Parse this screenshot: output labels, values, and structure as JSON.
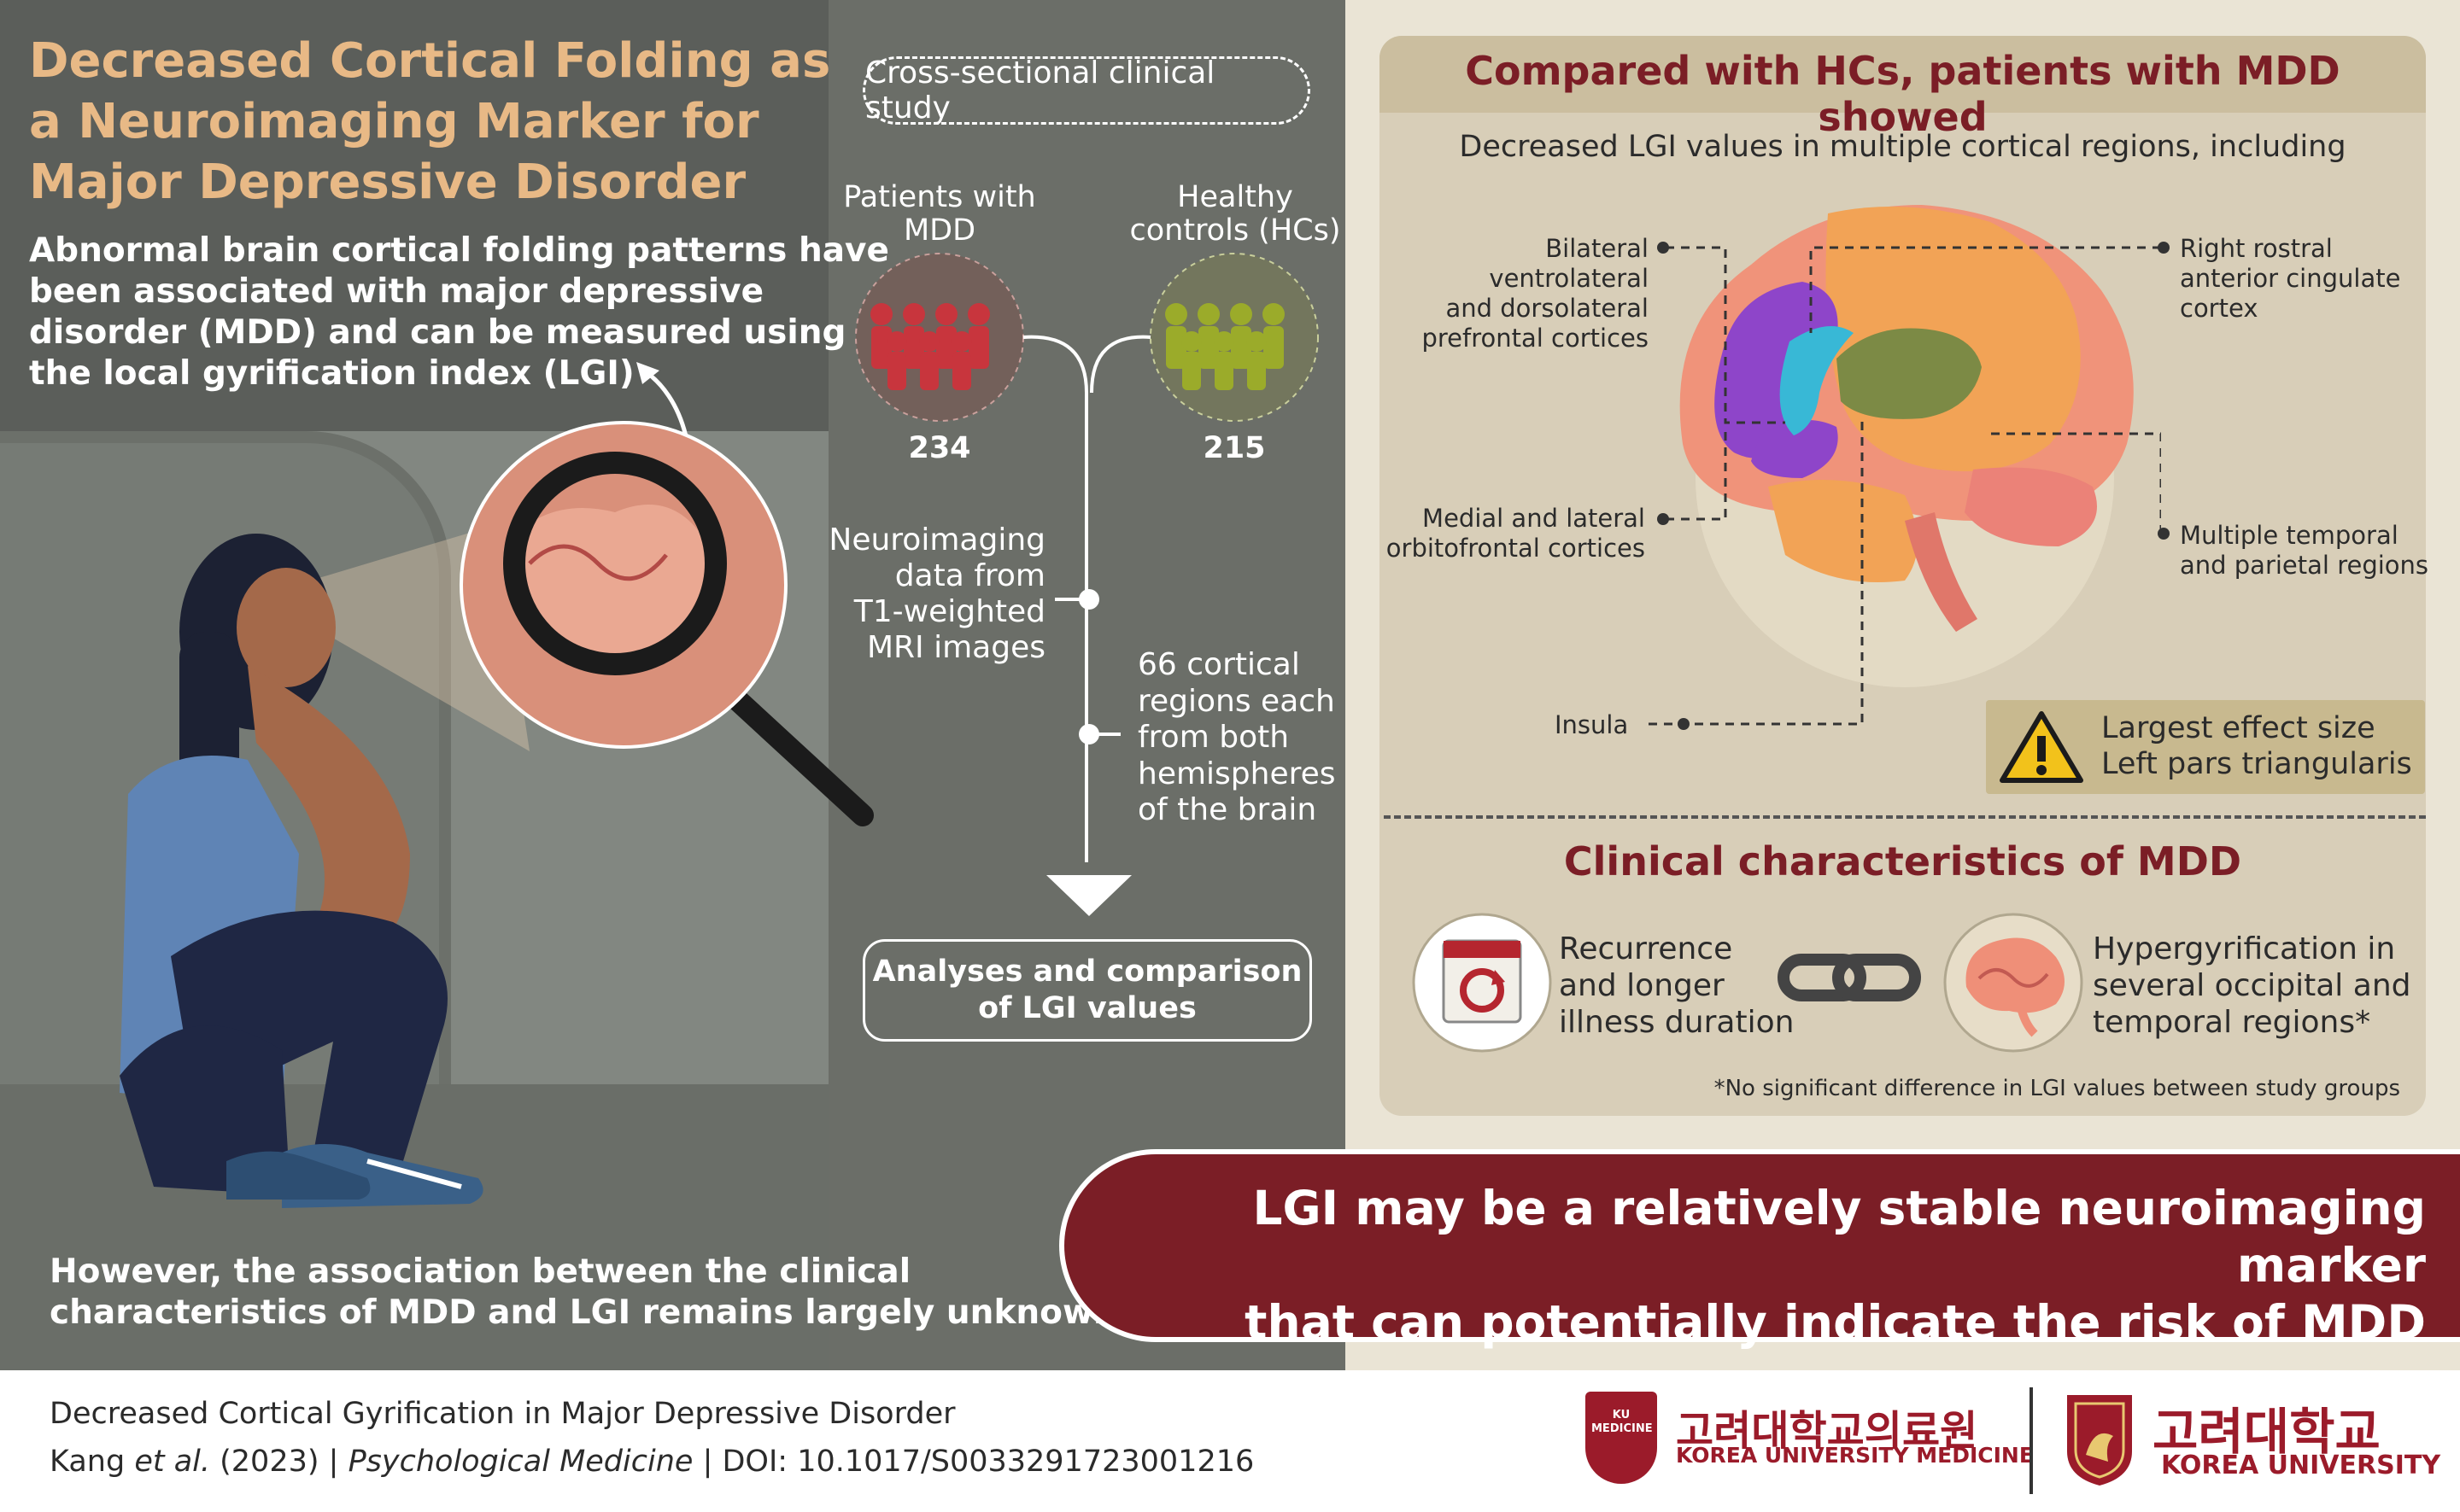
{
  "title": {
    "line1": "Decreased Cortical Folding as",
    "line2": "a Neuroimaging Marker for",
    "line3": "Major Depressive Disorder"
  },
  "intro": {
    "line1": "Abnormal brain cortical folding patterns have",
    "line2": "been associated with major depressive",
    "line3": "disorder (MDD) and can be measured using",
    "line4": "the local gyrification index (LGI)"
  },
  "however": {
    "line1": "However, the association between the clinical",
    "line2": "characteristics of MDD and LGI remains largely unknown"
  },
  "study": {
    "pill": "Cross-sectional clinical study",
    "mdd_label_1": "Patients with",
    "mdd_label_2": "MDD",
    "mdd_count": "234",
    "hc_label_1": "Healthy",
    "hc_label_2": "controls (HCs)",
    "hc_count": "215",
    "neuro_1": "Neuroimaging",
    "neuro_2": "data from",
    "neuro_3": "T1-weighted",
    "neuro_4": "MRI images",
    "regions_1": "66 cortical",
    "regions_2": "regions each",
    "regions_3": "from both",
    "regions_4": "hemispheres",
    "regions_5": "of the brain",
    "analyses_1": "Analyses and comparison",
    "analyses_2": "of LGI values"
  },
  "findings": {
    "heading": "Compared with HCs, patients with MDD showed",
    "subheading": "Decreased LGI values in multiple cortical regions, including",
    "vl_1": "Bilateral ventrolateral",
    "vl_2": "and dorsolateral",
    "vl_3": "prefrontal cortices",
    "rac_1": "Right rostral",
    "rac_2": "anterior cingulate",
    "rac_3": "cortex",
    "mof_1": "Medial and lateral",
    "mof_2": "orbitofrontal cortices",
    "tp_1": "Multiple temporal",
    "tp_2": "and parietal regions",
    "insula": "Insula",
    "effect_1": "Largest effect size",
    "effect_2": "Left pars triangularis"
  },
  "clinical": {
    "heading": "Clinical characteristics of MDD",
    "rec_1": "Recurrence",
    "rec_2": "and longer",
    "rec_3": "illness duration",
    "hyp_1": "Hypergyrification in",
    "hyp_2": "several occipital and",
    "hyp_3": "temporal regions*",
    "footnote": "*No significant difference in LGI values between study groups"
  },
  "conclusion": {
    "line1": "LGI may be a relatively stable neuroimaging marker",
    "line2": "that can potentially indicate the risk of MDD"
  },
  "footer": {
    "paper_title": "Decreased Cortical Gyrification in Major Depressive Disorder",
    "author": "Kang ",
    "etal": "et al.",
    "year": " (2023) | ",
    "journal": "Psychological Medicine",
    "sep": " | ",
    "doi": "DOI: 10.1017/S0033291723001216",
    "kumed_badge": "KU MEDICINE",
    "kumed_korean": "고려대학교의료원",
    "kumed_english": "KOREA UNIVERSITY MEDICINE",
    "ku_korean": "고려대학교",
    "ku_english": "KOREA UNIVERSITY"
  },
  "colors": {
    "maroon": "#7b1e26",
    "title_orange": "#e8b986",
    "mdd_red": "#c8353d",
    "hc_green": "#9bab2a"
  }
}
